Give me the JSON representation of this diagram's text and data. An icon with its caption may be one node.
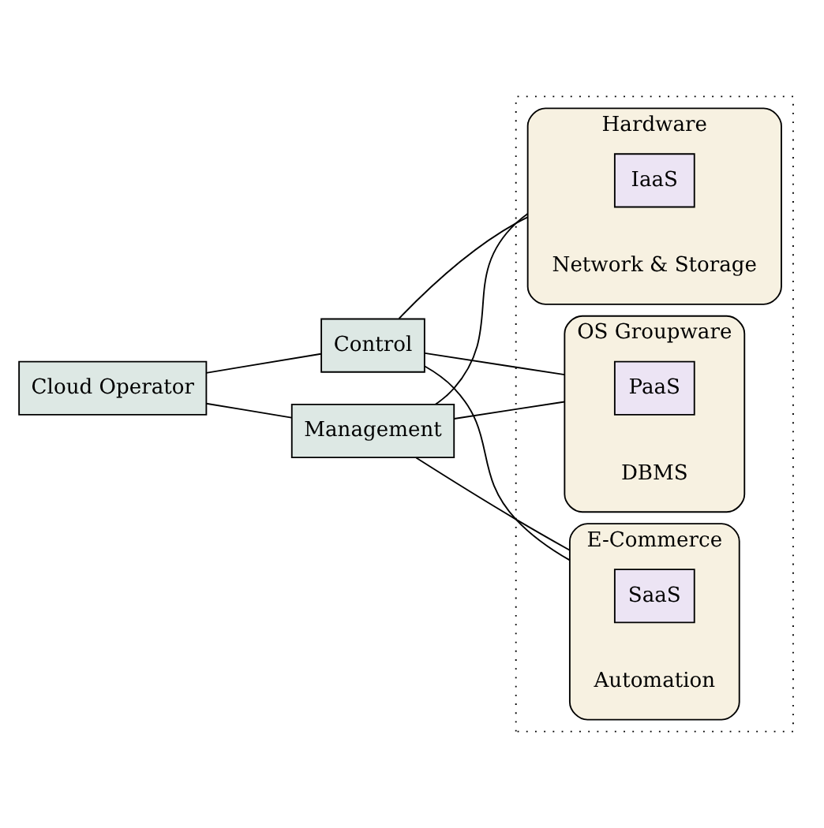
{
  "diagram": {
    "nodes": [
      {
        "text": [
          "Cloud Operator"
        ]
      },
      {
        "text": [
          "Control"
        ]
      },
      {
        "text": [
          "Management"
        ]
      },
      {
        "text": [],
        "shape": "box"
      },
      {
        "text": [
          "OS Groupware",
          "DBMS"
        ],
        "in": 3
      },
      {
        "text": [
          "PaaS"
        ],
        "in": 4
      },
      {
        "text": [
          "E-Commerce",
          "Automation"
        ],
        "in": 3
      },
      {
        "text": [
          "SaaS"
        ],
        "in": 6
      },
      {
        "text": [
          "Hardware",
          "Network & Storage"
        ],
        "in": 3
      },
      {
        "text": [
          "IaaS"
        ],
        "in": 8
      }
    ],
    "edges": [
      {
        "from": 0,
        "to": 1,
        "arrow": "none"
      },
      {
        "from": 0,
        "to": 2,
        "arrow": "none"
      },
      {
        "from": 1,
        "to": 4,
        "arrow": "none"
      },
      {
        "from": 1,
        "to": 6,
        "arrow": "none"
      },
      {
        "from": 1,
        "to": 8,
        "arrow": "none"
      },
      {
        "from": 2,
        "to": 4,
        "arrow": "none"
      },
      {
        "from": 2,
        "to": 6,
        "arrow": "none"
      },
      {
        "from": 2,
        "to": 8,
        "arrow": "none"
      }
    ]
  }
}
